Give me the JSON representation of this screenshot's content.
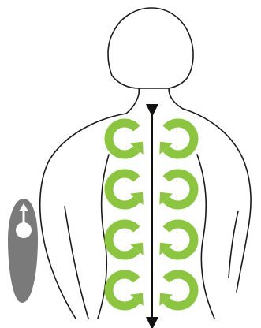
{
  "colors": {
    "background": "#ffffff",
    "outline": "#1a1a1a",
    "arrow_green": "#8cc63f",
    "spine_line": "#111111",
    "massager_body": "#7a7a7a",
    "massager_highlight": "#ffffff"
  },
  "icons": {
    "figure": "human-back-outline",
    "massager": "handheld-massager-icon",
    "motion": "circular-arrow-icon",
    "spine_axis": "double-headed-arrow-icon"
  },
  "massage_pattern": {
    "rows": 4,
    "columns": 2,
    "motion": "circular"
  }
}
